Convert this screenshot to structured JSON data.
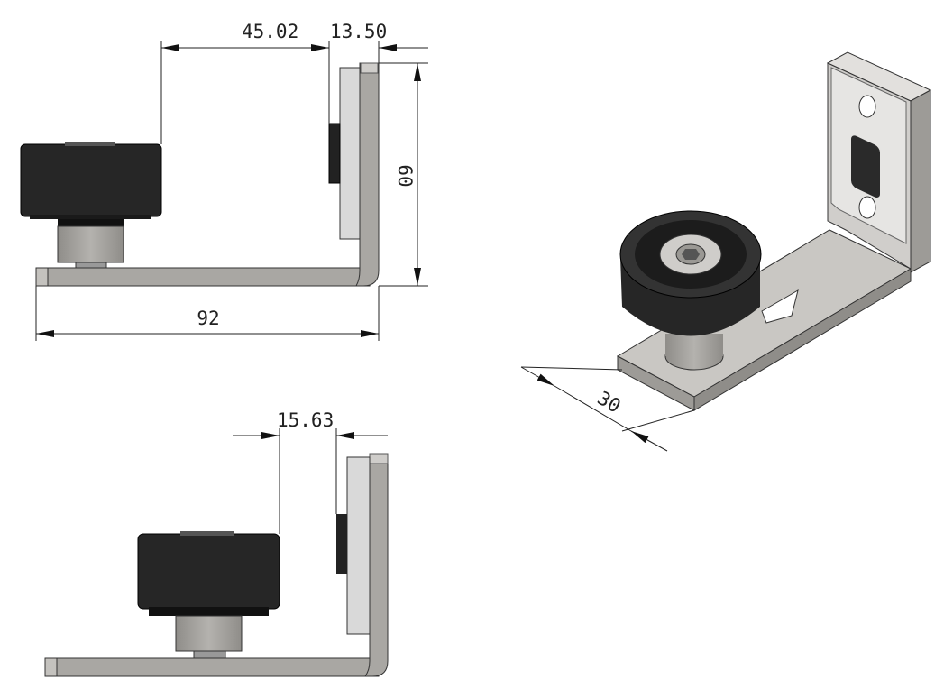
{
  "title": "Floor door guide roller bracket dimension drawing",
  "colors": {
    "rubber": "#262626",
    "steel": "#a8a6a2",
    "pad": "#d9d9d9",
    "line": "#222222"
  },
  "views": {
    "side_view": {
      "dim_roller_offset": "45.02",
      "dim_plate_offset": "13.50",
      "dim_height": "60",
      "dim_length": "92"
    },
    "side_view_alt": {
      "dim_roller_offset": "15.63"
    },
    "isometric_view": {
      "dim_width": "30"
    }
  }
}
